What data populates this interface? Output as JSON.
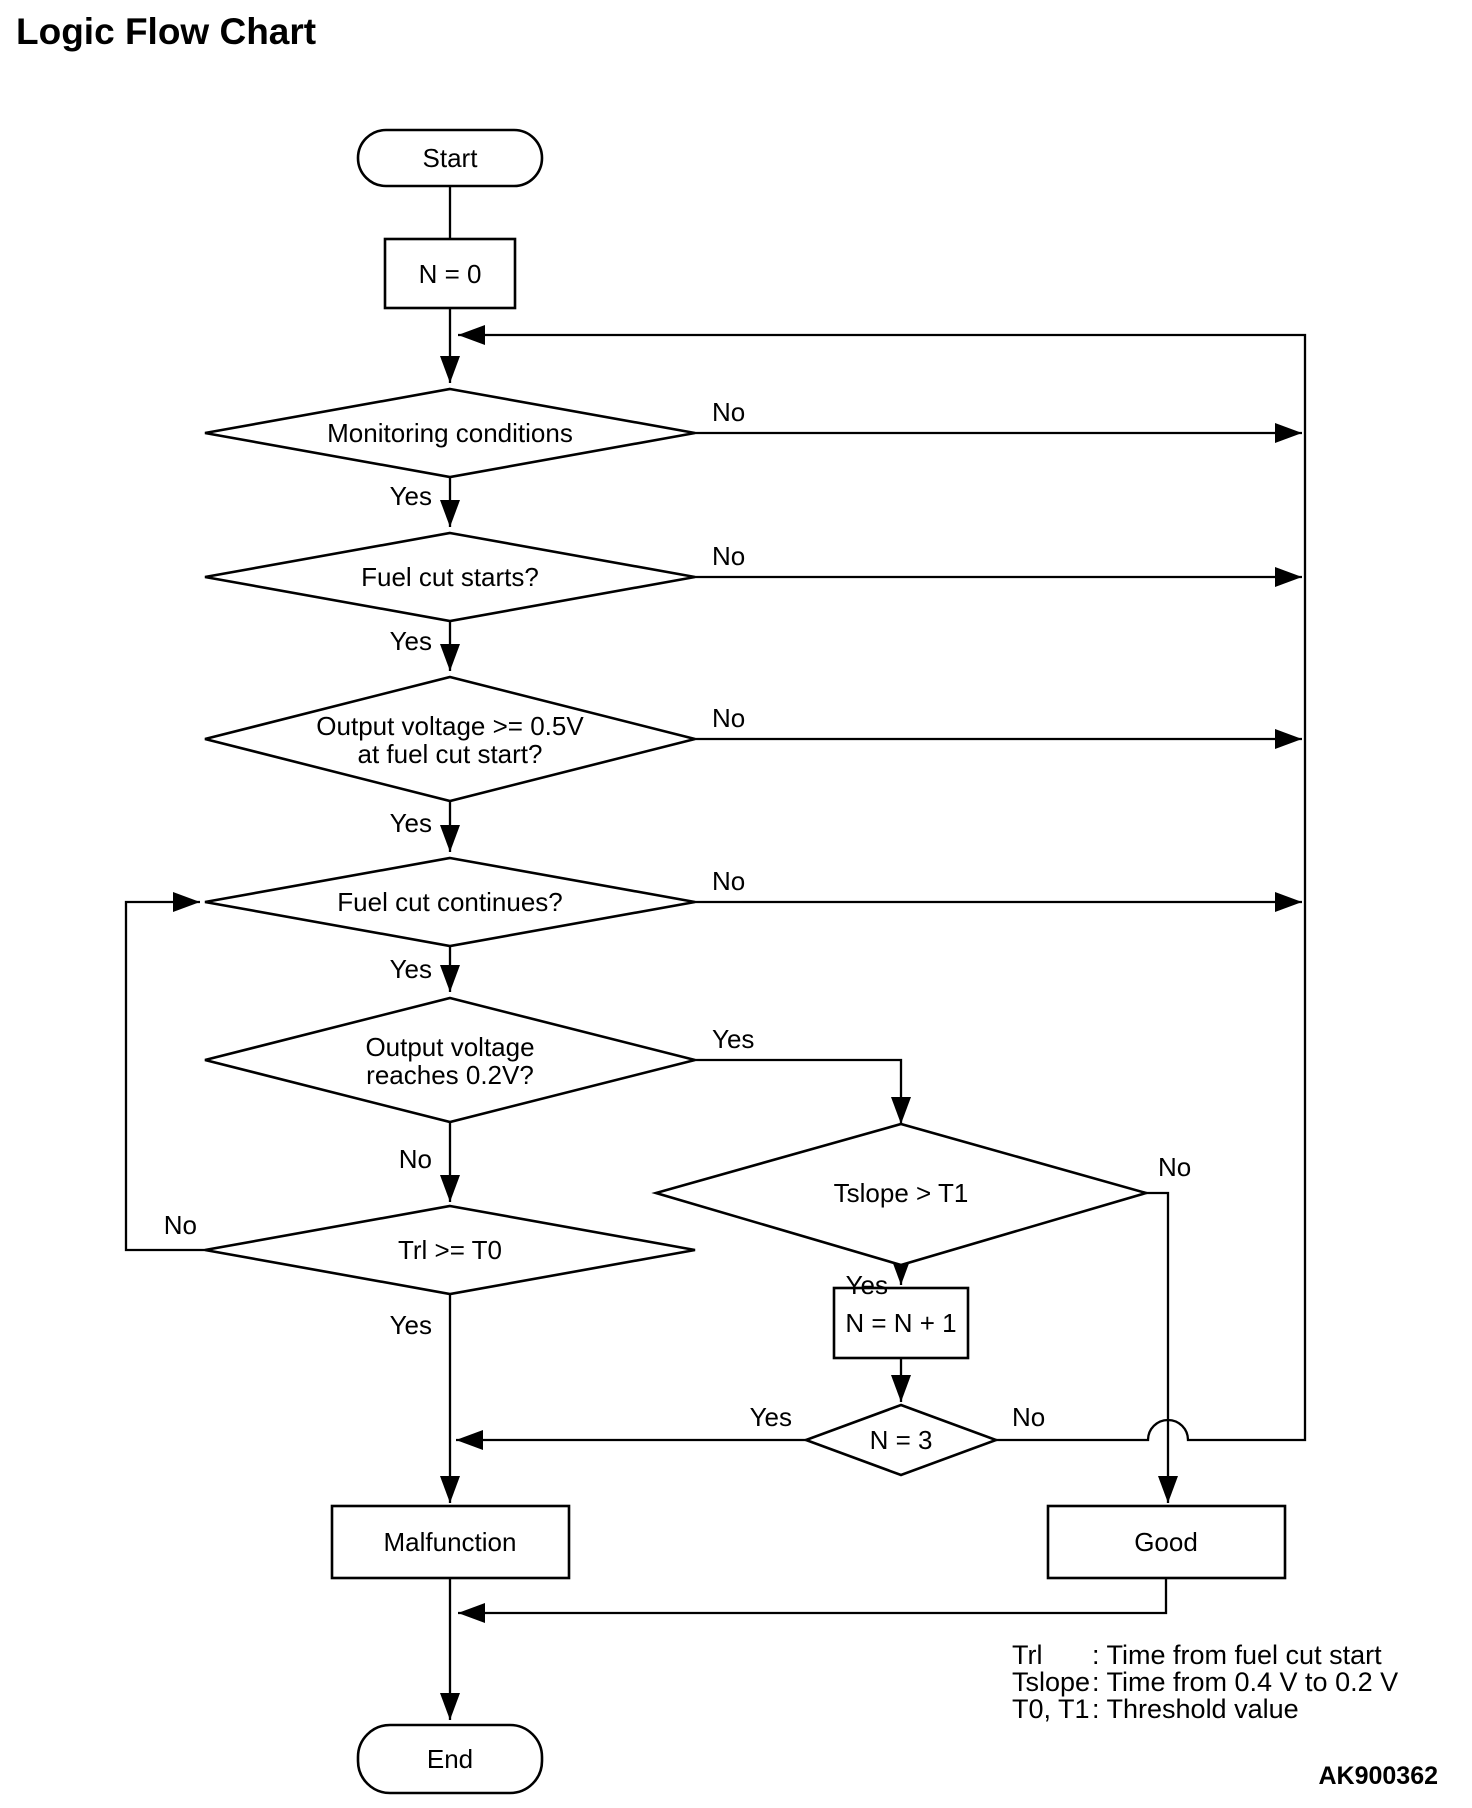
{
  "title": "Logic Flow Chart",
  "figure_code": "AK900362",
  "nodes": {
    "start": {
      "label": "Start"
    },
    "init": {
      "label": "N = 0"
    },
    "monitoring": {
      "label": "Monitoring conditions"
    },
    "fuel_cut_starts": {
      "label": "Fuel cut starts?"
    },
    "output_voltage_05": {
      "line1": "Output voltage >= 0.5V",
      "line2": "at fuel cut start?"
    },
    "fuel_cut_continues": {
      "label": "Fuel cut continues?"
    },
    "output_voltage_02": {
      "line1": "Output voltage",
      "line2": "reaches 0.2V?"
    },
    "trl": {
      "label": "Trl >= T0"
    },
    "tslope": {
      "label": "Tslope > T1"
    },
    "increment": {
      "label": "N = N + 1"
    },
    "n_equals_3": {
      "label": "N = 3"
    },
    "malfunction": {
      "label": "Malfunction"
    },
    "good": {
      "label": "Good"
    },
    "end": {
      "label": "End"
    }
  },
  "edges": {
    "monitoring_no": "No",
    "monitoring_yes": "Yes",
    "fuel_cut_starts_no": "No",
    "fuel_cut_starts_yes": "Yes",
    "output_05_no": "No",
    "output_05_yes": "Yes",
    "fuel_cut_continues_no": "No",
    "fuel_cut_continues_yes": "Yes",
    "output_02_yes": "Yes",
    "output_02_no": "No",
    "trl_no": "No",
    "trl_yes": "Yes",
    "tslope_no": "No",
    "tslope_yes": "Yes",
    "n3_yes": "Yes",
    "n3_no": "No"
  },
  "legend": [
    {
      "term": "Trl",
      "desc": ": Time from fuel cut start"
    },
    {
      "term": "Tslope",
      "desc": ": Time from 0.4 V to 0.2 V"
    },
    {
      "term": "T0, T1",
      "desc": ": Threshold value"
    }
  ]
}
